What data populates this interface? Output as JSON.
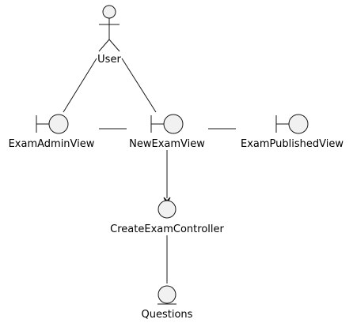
{
  "diagram": {
    "colors": {
      "node_fill": "#f1f1f1",
      "stroke": "#181818",
      "text": "#000000",
      "background": "#ffffff"
    },
    "nodes": {
      "user": {
        "label": "User",
        "kind": "actor"
      },
      "exam_admin_view": {
        "label": "ExamAdminView",
        "kind": "boundary"
      },
      "new_exam_view": {
        "label": "NewExamView",
        "kind": "boundary"
      },
      "exam_published_view": {
        "label": "ExamPublishedView",
        "kind": "boundary"
      },
      "create_exam_controller": {
        "label": "CreateExamController",
        "kind": "control"
      },
      "questions": {
        "label": "Questions",
        "kind": "entity"
      }
    },
    "edges": [
      {
        "from": "user",
        "to": "exam_admin_view",
        "arrow": false
      },
      {
        "from": "user",
        "to": "new_exam_view",
        "arrow": false
      },
      {
        "from": "exam_admin_view",
        "to": "new_exam_view",
        "arrow": false
      },
      {
        "from": "new_exam_view",
        "to": "exam_published_view",
        "arrow": false
      },
      {
        "from": "new_exam_view",
        "to": "create_exam_controller",
        "arrow": true
      },
      {
        "from": "create_exam_controller",
        "to": "questions",
        "arrow": false
      }
    ]
  }
}
